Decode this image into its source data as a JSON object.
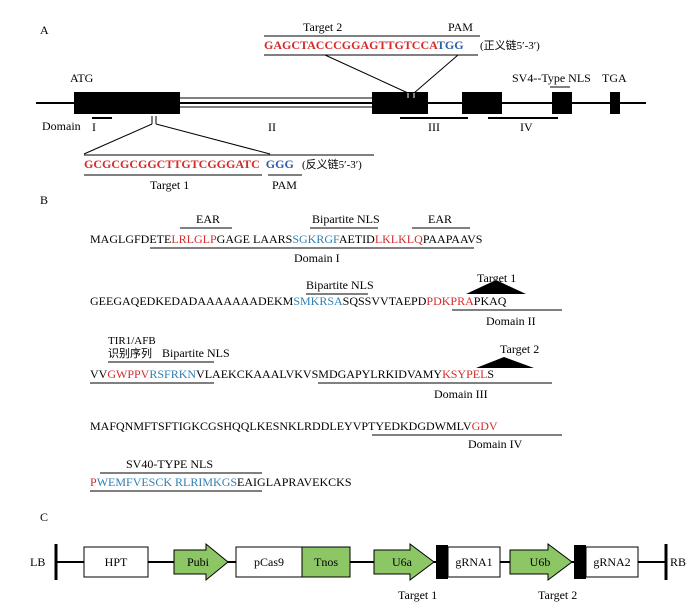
{
  "panel_a": {
    "label": "A",
    "atg": "ATG",
    "nls": "SV4--Type NLS",
    "tga": "TGA",
    "domain_label": "Domain",
    "domains": [
      "I",
      "II",
      "III",
      "IV"
    ],
    "target2": {
      "label": "Target 2",
      "pam_label": "PAM",
      "sequence": "GAGCTACCCGGAGTTGTCCA",
      "pam_seq": "TGG",
      "strand": "(正义链5′-3′)"
    },
    "target1": {
      "label": "Target 1",
      "pam_label": "PAM",
      "sequence": "GCGCGCGGCTTGTCGGGATC",
      "pam_seq": "GGG",
      "strand": "(反义链5′-3′)"
    },
    "colors": {
      "target": "#d52b2b",
      "pam": "#2f5fa8"
    }
  },
  "panel_b": {
    "label": "B",
    "ear": "EAR",
    "bipartite_nls": "Bipartite NLS",
    "target1": "Target 1",
    "target2": "Target 2",
    "tir1_afb": "TIR1/AFB",
    "recognition": "识别序列",
    "sv40_nls": "SV40-TYPE NLS",
    "domain_i": "Domain I",
    "domain_ii": "Domain II",
    "domain_iii": "Domain III",
    "domain_iv": "Domain IV",
    "line1": [
      "MAGLGFDETE",
      "LRLGLP",
      "GAGE LAARS",
      "SGKRGF",
      "AETID",
      "LKLKLQ",
      "PAAPAAVS"
    ],
    "line2": [
      "GEEGAQEDKEDADAAAAAAADEKM",
      "SMKRSA",
      "SQSSVVTAEPD",
      "PDKPRA",
      "PKAQ"
    ],
    "line3": [
      "VV",
      "GWPPV",
      "RSFRKN",
      "VLAEKCKAAALVKVSMDGAPYLRKIDVAMY",
      "KSYPEL",
      "S"
    ],
    "line4": [
      "MAFQNMFTSFTIGKCGSHQQLKESNKLRDDLEYVPTYEDKDGDWMLV",
      "GDV"
    ],
    "line5": [
      "P",
      "WEMFVESCK RLRIMKGS",
      "EAIGLAPRAVEKCKS"
    ],
    "colors": {
      "motif_red": "#d52b2b",
      "motif_blue": "#2f7fb5"
    }
  },
  "panel_c": {
    "label": "C",
    "lb": "LB",
    "rb": "RB",
    "hpt": "HPT",
    "pubi": "Pubi",
    "pcas9": "pCas9",
    "tnos": "Tnos",
    "u6a": "U6a",
    "grna1": "gRNA1",
    "u6b": "U6b",
    "grna2": "gRNA2",
    "target1": "Target 1",
    "target2": "Target 2",
    "colors": {
      "promoter": "#8cc665"
    }
  }
}
